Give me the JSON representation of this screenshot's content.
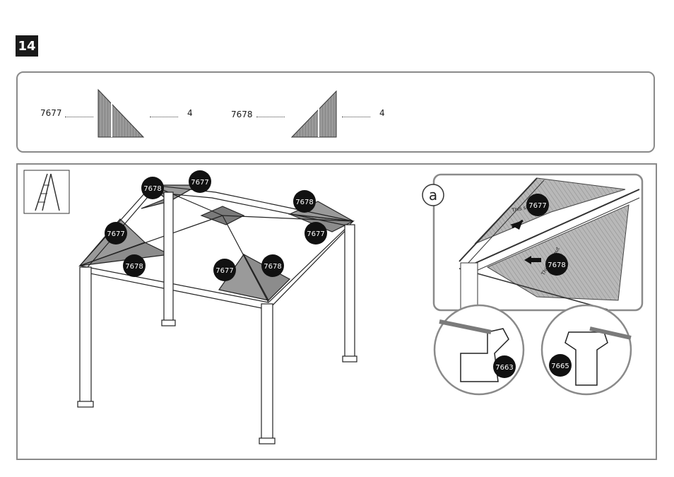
{
  "step": {
    "number": "14"
  },
  "parts": [
    {
      "code": "7677",
      "qty": "4"
    },
    {
      "code": "7678",
      "qty": "4"
    }
  ],
  "detail": {
    "letter": "a"
  },
  "callouts": {
    "p7677": "7677",
    "p7678": "7678",
    "p7663": "7663",
    "p7665": "7665"
  },
  "panel_text": {
    "side_note": "This side out"
  },
  "icons": [
    "ladder-icon",
    "arrow-down-left-icon",
    "arrow-left-icon"
  ]
}
